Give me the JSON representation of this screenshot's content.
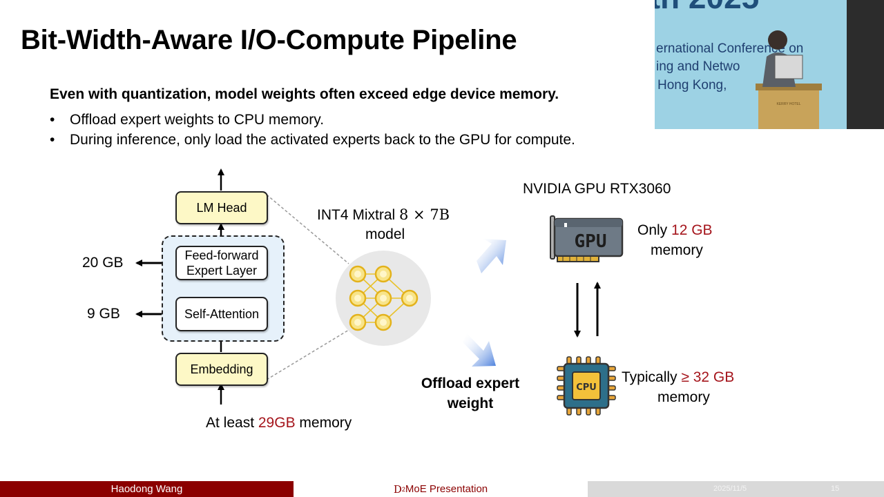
{
  "slide": {
    "title": "Bit-Width-Aware I/O-Compute Pipeline",
    "lead": "Even with quantization, model weights often exceed edge device memory.",
    "bullets": [
      "Offload expert weights to CPU memory.",
      "During inference, only load the activated experts back to the GPU for compute."
    ]
  },
  "diagram": {
    "blocks": {
      "lm_head": "LM Head",
      "ffn_line1": "Feed-forward",
      "ffn_line2": "Expert Layer",
      "attention": "Self-Attention",
      "embedding": "Embedding"
    },
    "sizes": {
      "ffn": "20 GB",
      "attention": "9 GB"
    },
    "total": {
      "prefix": "At least ",
      "value": "29GB",
      "suffix": " memory"
    },
    "model": {
      "line1": "INT4 Mixtral ",
      "math": "8 × 7B",
      "line2": "model"
    },
    "gpu": {
      "heading": "NVIDIA GPU RTX3060",
      "chip_label": "GPU",
      "prefix": "Only ",
      "value": "12 GB",
      "suffix": "memory"
    },
    "cpu": {
      "chip_label": "CPU",
      "prefix": "Typically ",
      "value": "≥ 32 GB",
      "suffix": "memory"
    },
    "offload": {
      "line1": "Offload expert",
      "line2": "weight"
    }
  },
  "video": {
    "line_top": "th 2025",
    "line1": "ernational Conference on",
    "line2": "ing and Netwo",
    "line3": "Hong Kong,",
    "podium": "KERRY HOTEL"
  },
  "footer": {
    "author": "Haodong Wang",
    "presentation_sup": "2",
    "presentation_pre": "D",
    "presentation_post": "MoE Presentation",
    "date": "2025/11/5",
    "page": "15"
  },
  "colors": {
    "accent_red": "#a5151c",
    "footer_red": "#8b0000",
    "block_fill": "#fdf8c6",
    "group_fill": "#e6f1fa",
    "arrow_blue": "#5b8fe0"
  }
}
